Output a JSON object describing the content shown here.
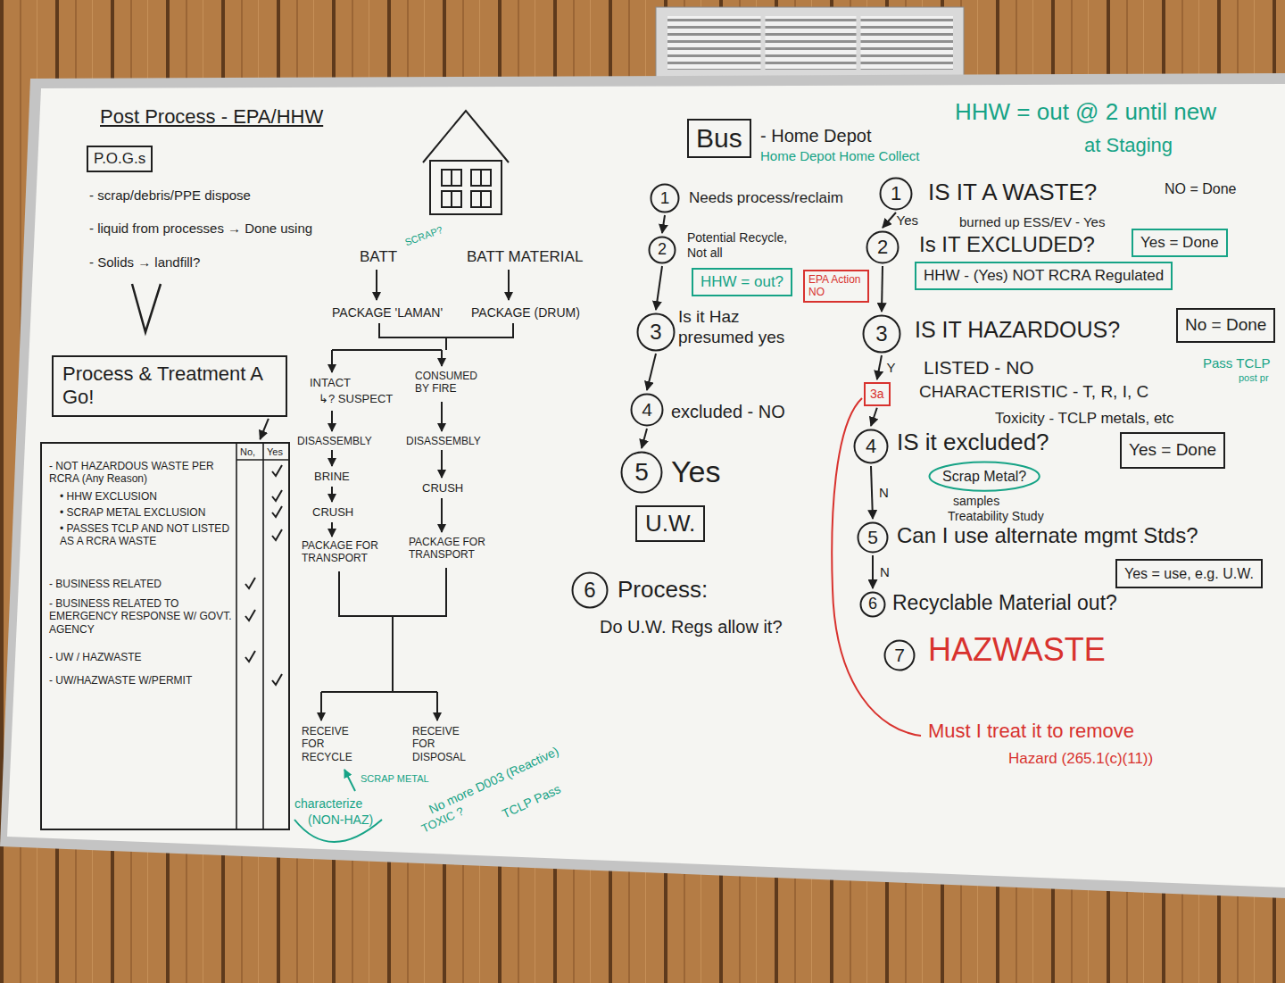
{
  "diagram": {
    "nodes": [
      {
        "text": [
          "P.O.G.s"
        ]
      },
      {
        "text": [
          "Process & Treatment A Go!"
        ]
      },
      {
        "text": [
          "No,",
          "Yes",
          "- NOT HAZARDOUS WASTE PER RCRA (Any Reason)",
          "• HHW EXCLUSION",
          "• SCRAP METAL EXCLUSION",
          "• PASSES TCLP AND NOT LISTED AS A RCRA WASTE",
          "- BUSINESS RELATED",
          "- BUSINESS RELATED TO EMERGENCY RESPONSE W/ GOVT. AGENCY",
          "- UW / HAZWASTE",
          "- UW/HAZWASTE W/PERMIT"
        ]
      },
      {
        "text": [
          "Bus"
        ]
      },
      {
        "text": [
          "1"
        ]
      },
      {
        "text": [
          "2"
        ]
      },
      {
        "text": [
          "HHW = out?"
        ]
      },
      {
        "text": [
          "3"
        ]
      },
      {
        "text": [
          "4"
        ]
      },
      {
        "text": [
          "5"
        ]
      },
      {
        "text": [
          "U.W."
        ]
      },
      {
        "text": [
          "6"
        ]
      },
      {
        "text": [
          "1"
        ]
      },
      {
        "text": [
          "2"
        ]
      },
      {
        "text": [
          "Yes = Done"
        ]
      },
      {
        "text": [
          "EPA Action NO"
        ]
      },
      {
        "text": [
          "HHW - (Yes) NOT RCRA Regulated"
        ]
      },
      {
        "text": [
          "3"
        ]
      },
      {
        "text": [
          "No = Done"
        ]
      },
      {
        "text": [
          "3a"
        ]
      },
      {
        "text": [
          "4"
        ]
      },
      {
        "text": [
          "Yes = Done"
        ]
      },
      {
        "text": [
          "Scrap Metal?"
        ]
      },
      {
        "text": [
          "5"
        ]
      },
      {
        "text": [
          "Yes = use, e.g. U.W."
        ]
      },
      {
        "text": [
          "6"
        ]
      },
      {
        "text": [
          "7"
        ]
      }
    ],
    "edges": [
      {
        "from": 1,
        "to": 2,
        "arrow": "to"
      },
      {
        "from": 4,
        "to": 5,
        "arrow": "to"
      },
      {
        "from": 5,
        "to": 7,
        "arrow": "to"
      },
      {
        "from": 7,
        "to": 8,
        "arrow": "to"
      },
      {
        "from": 8,
        "to": 9,
        "arrow": "to"
      },
      {
        "from": 12,
        "to": 13,
        "label": "Yes",
        "arrow": "to"
      },
      {
        "from": 13,
        "to": 17,
        "arrow": "to"
      },
      {
        "from": 17,
        "to": 19,
        "label": "Y",
        "arrow": "to"
      },
      {
        "from": 19,
        "to": 20,
        "arrow": "to"
      },
      {
        "from": 20,
        "to": 23,
        "label": "N",
        "arrow": "to"
      },
      {
        "from": 23,
        "to": 25,
        "label": "N",
        "arrow": "to"
      }
    ],
    "labels": [
      "Post Process - EPA/HHW",
      "- scrap/debris/PPE dispose",
      "- liquid from processes → Done using",
      "- Solids → landfill?",
      "BATT",
      "SCRAP?",
      "BATT MATERIAL",
      "PACKAGE 'LAMAN'",
      "PACKAGE (DRUM)",
      "INTACT",
      "↳? SUSPECT",
      "CONSUMED BY FIRE",
      "DISASSEMBLY",
      "DISASSEMBLY",
      "BRINE",
      "CRUSH",
      "CRUSH",
      "PACKAGE FOR TRANSPORT",
      "PACKAGE FOR TRANSPORT",
      "RECEIVE FOR RECYCLE",
      "RECEIVE FOR DISPOSAL",
      "SCRAP METAL",
      "characterize",
      "(NON-HAZ)",
      "No more D003 (Reactive)",
      "TOXIC ?",
      "TCLP Pass",
      "- Home Depot",
      "Home Depot Home Collect",
      "Needs process/reclaim",
      "Potential Recycle, Not all",
      "Is it Haz presumed yes",
      "excluded - NO",
      "Yes",
      "Process:",
      "Do U.W. Regs allow it?",
      "HHW = out @ 2 until new",
      "at Staging",
      "IS IT A WASTE?",
      "NO = Done",
      "burned up ESS/EV - Yes",
      "Is IT EXCLUDED?",
      "IS IT HAZARDOUS?",
      "Pass TCLP",
      "post pr",
      "LISTED - NO",
      "CHARACTERISTIC - T, R, I, C",
      "Toxicity - TCLP metals, etc",
      "IS it excluded?",
      "samples",
      "Treatability Study",
      "Can I use alternate mgmt Stds?",
      "Recyclable Material out?",
      "HAZWASTE",
      "Must I treat it to remove",
      "Hazard (265.1(c)(11))"
    ]
  }
}
